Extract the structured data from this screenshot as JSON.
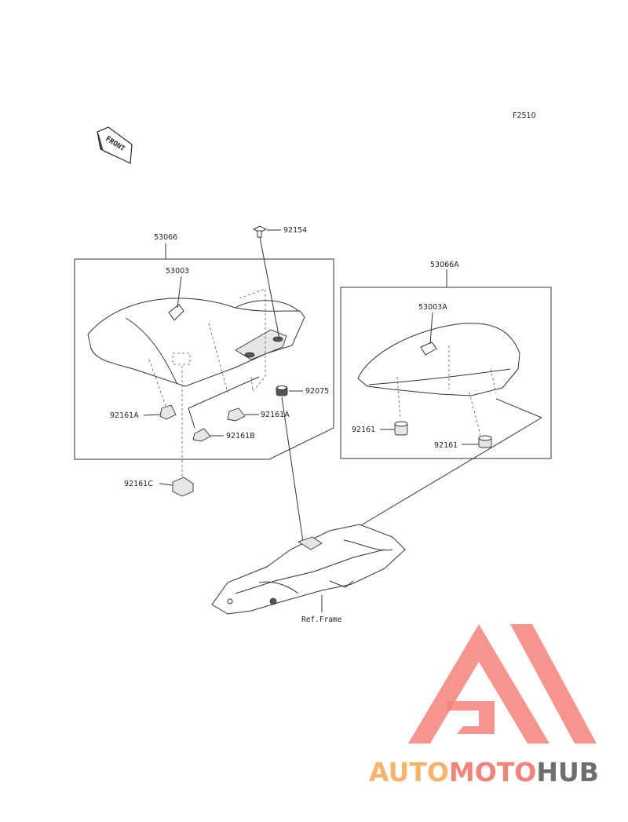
{
  "figure_code": "F2510",
  "front_label": "FRONT",
  "callouts": {
    "seat_rider": "53066",
    "seat_rider_cover": "53003",
    "bolt_top": "92154",
    "grommet": "92075",
    "pad_left": "92161A",
    "pad_right": "92161A",
    "pad_b": "92161B",
    "pad_c": "92161C",
    "seat_passenger": "53066A",
    "seat_passenger_cover": "53003A",
    "pad_pass_left": "92161",
    "pad_pass_right": "92161",
    "ref_frame": "Ref.Frame"
  },
  "watermark": {
    "word_1": "AUTO",
    "word_2": "MOTO",
    "word_3": "HUB",
    "color_1": "#f6b46a",
    "color_2": "#f2837b",
    "color_3": "#6e6e6e",
    "logo_color": "#f2837b"
  }
}
